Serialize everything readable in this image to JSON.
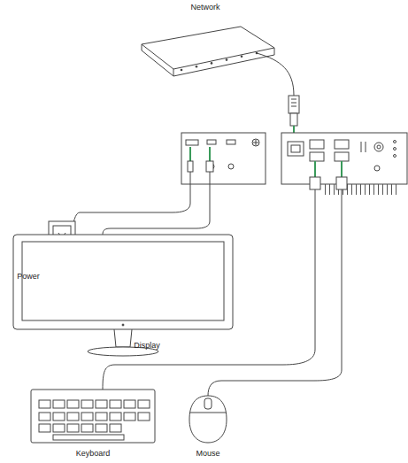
{
  "diagram": {
    "labels": [
      "Network",
      "Power",
      "Display",
      "Keyboard",
      "Mouse"
    ]
  }
}
